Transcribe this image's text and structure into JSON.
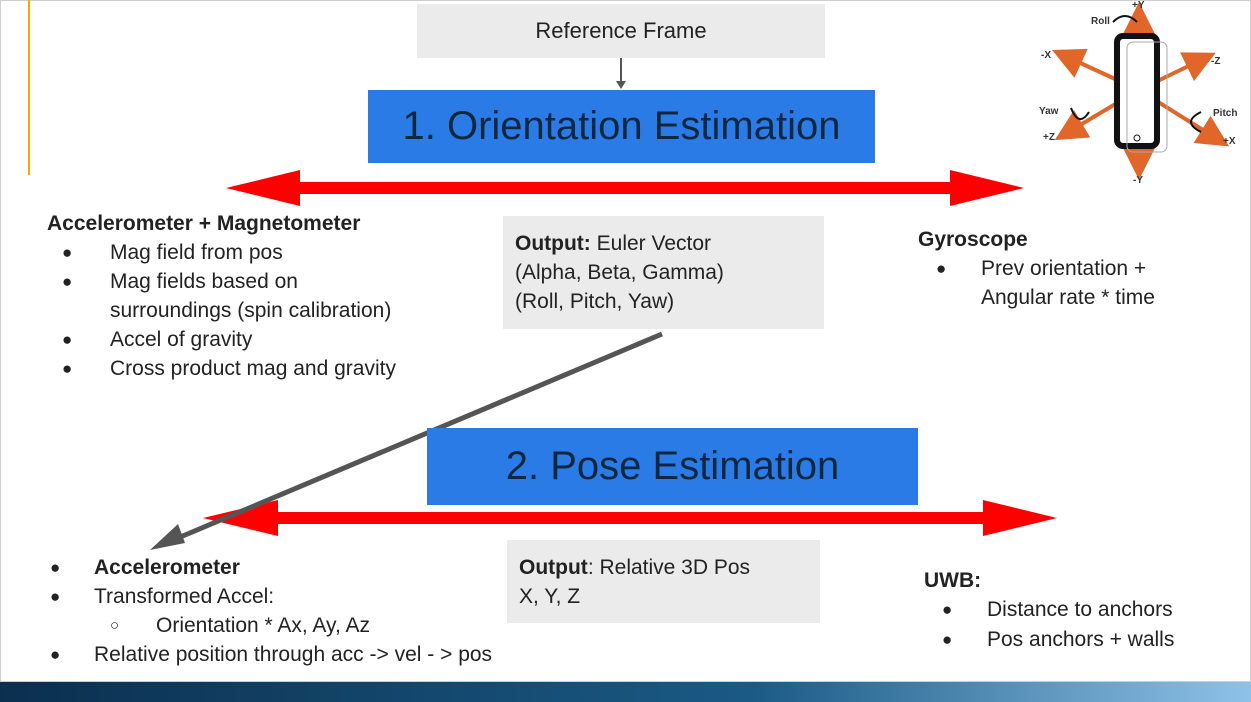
{
  "reference_frame": "Reference Frame",
  "orientation_title": "1.   Orientation Estimation",
  "pose_title": "2. Pose Estimation",
  "accel_mag": {
    "heading": "Accelerometer + Magnetometer",
    "items": [
      "Mag field from pos",
      "Mag fields based on",
      "surroundings (spin calibration)",
      "Accel of gravity",
      "Cross product mag and gravity"
    ]
  },
  "output1": {
    "label": "Output:",
    "line1": " Euler Vector",
    "line2": "(Alpha, Beta, Gamma)",
    "line3": "(Roll, Pitch, Yaw)"
  },
  "gyroscope": {
    "heading": "Gyroscope",
    "line1": "Prev orientation +",
    "line2": "Angular rate * time"
  },
  "accelerometer": {
    "heading": "Accelerometer",
    "item2": "Transformed Accel:",
    "sub": "Orientation * Ax, Ay, Az",
    "item3": "Relative position through acc -> vel - > pos"
  },
  "output2": {
    "label": "Output",
    "line1": ": Relative 3D Pos",
    "line2": "X, Y, Z"
  },
  "uwb": {
    "heading": "UWB:",
    "items": [
      "Distance to anchors",
      "Pos anchors + walls"
    ]
  },
  "axes": {
    "plus_y": "+Y",
    "minus_y": "-Y",
    "minus_x": "-X",
    "plus_x": "+X",
    "minus_z": "-Z",
    "plus_z": "+Z",
    "roll": "Roll",
    "yaw": "Yaw",
    "pitch": "Pitch"
  },
  "colors": {
    "arrow_red": "#ff0000",
    "title_blue": "#2b7be6",
    "box_gray": "#ebebeb",
    "axis_orange": "#e0662a"
  }
}
